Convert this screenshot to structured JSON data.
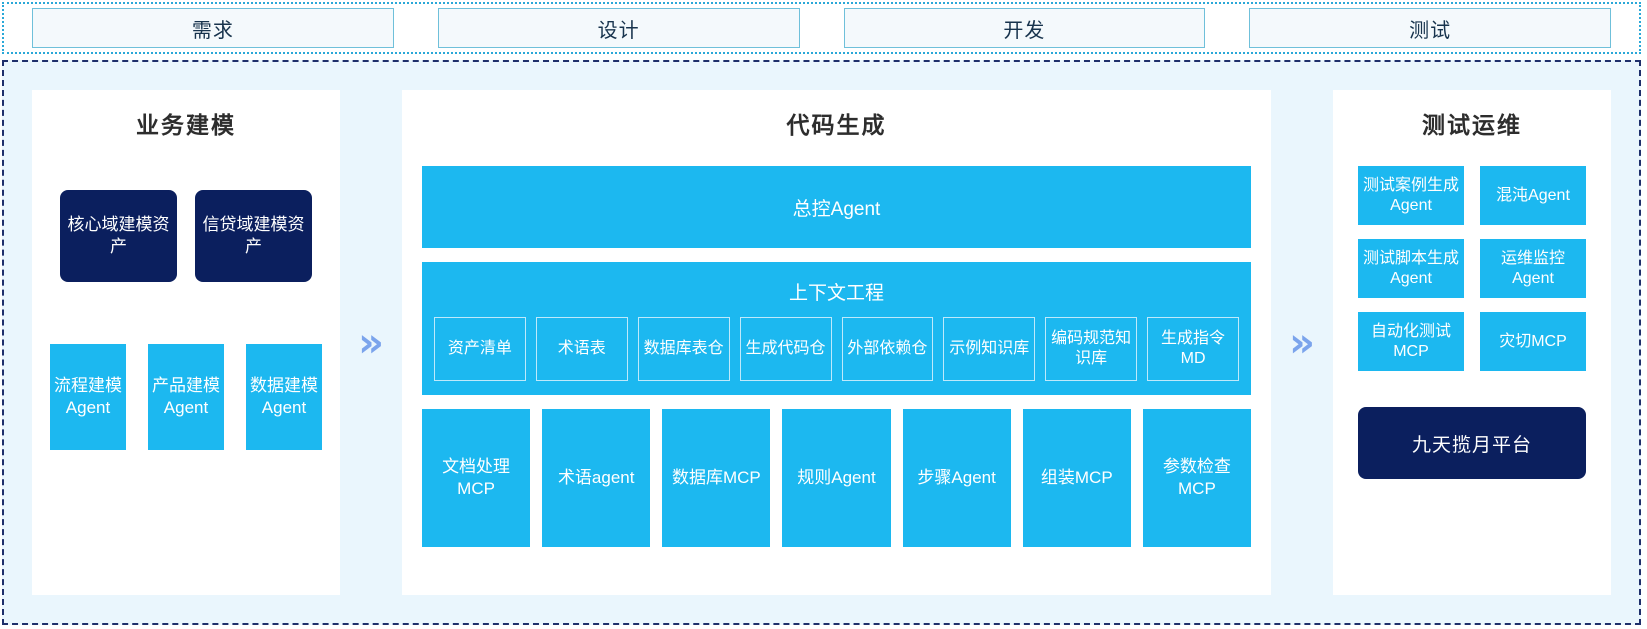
{
  "stages": [
    {
      "label": "需求"
    },
    {
      "label": "设计"
    },
    {
      "label": "开发"
    },
    {
      "label": "测试"
    }
  ],
  "colors": {
    "cyan": "#1cb8f0",
    "navy": "#0b1f5e",
    "panel_bg": "#ffffff",
    "board_bg": "#eaf6fd",
    "chevron": "#7ba4ec",
    "stage_border": "#6fc0da",
    "board_border": "#1e2f6b"
  },
  "left_panel": {
    "title": "业务建模",
    "assets": [
      {
        "label": "核心域建模资产"
      },
      {
        "label": "信贷域建模资产"
      }
    ],
    "agents": [
      {
        "label": "流程建模Agent"
      },
      {
        "label": "产品建模Agent"
      },
      {
        "label": "数据建模Agent"
      }
    ]
  },
  "chevron_1": "»",
  "center_panel": {
    "title": "代码生成",
    "master_agent": "总控Agent",
    "context": {
      "title": "上下文工程",
      "items": [
        {
          "label": "资产清单"
        },
        {
          "label": "术语表"
        },
        {
          "label": "数据库表仓"
        },
        {
          "label": "生成代码仓"
        },
        {
          "label": "外部依赖仓"
        },
        {
          "label": "示例知识库"
        },
        {
          "label": "编码规范知识库"
        },
        {
          "label": "生成指令MD"
        }
      ]
    },
    "tools": [
      {
        "label": "文档处理MCP"
      },
      {
        "label": "术语agent"
      },
      {
        "label": "数据库MCP"
      },
      {
        "label": "规则Agent"
      },
      {
        "label": "步骤Agent"
      },
      {
        "label": "组装MCP"
      },
      {
        "label": "参数检查MCP"
      }
    ]
  },
  "chevron_2": "»",
  "right_panel": {
    "title": "测试运维",
    "cards": [
      {
        "label": "测试案例生成Agent"
      },
      {
        "label": "混沌Agent"
      },
      {
        "label": "测试脚本生成Agent"
      },
      {
        "label": "运维监控Agent"
      },
      {
        "label": "自动化测试MCP"
      },
      {
        "label": "灾切MCP"
      }
    ],
    "platform": "九天揽月平台"
  }
}
